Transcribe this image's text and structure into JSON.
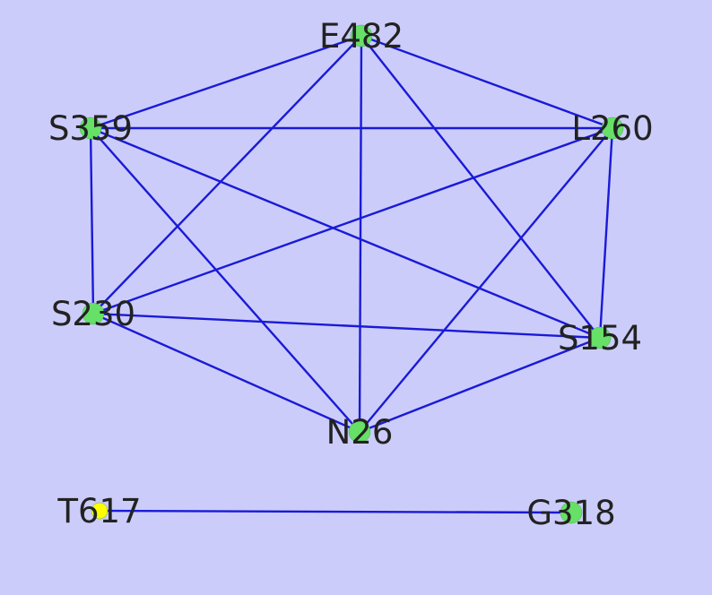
{
  "graph": {
    "background_color": "#ccccfa",
    "edge_color": "#1a1ad8",
    "nodes": [
      {
        "id": "E482",
        "label": "E482",
        "color": "#66e066"
      },
      {
        "id": "S359",
        "label": "S359",
        "color": "#66e066"
      },
      {
        "id": "L260",
        "label": "L260",
        "color": "#66e066"
      },
      {
        "id": "S230",
        "label": "S230",
        "color": "#66e066"
      },
      {
        "id": "S154",
        "label": "S154",
        "color": "#66e066"
      },
      {
        "id": "N26",
        "label": "N26",
        "color": "#66e066"
      },
      {
        "id": "T617",
        "label": "T617",
        "color": "#ffff00"
      },
      {
        "id": "G318",
        "label": "G318",
        "color": "#66e066"
      }
    ],
    "edges": [
      [
        "E482",
        "S359"
      ],
      [
        "E482",
        "L260"
      ],
      [
        "E482",
        "S230"
      ],
      [
        "E482",
        "S154"
      ],
      [
        "E482",
        "N26"
      ],
      [
        "S359",
        "L260"
      ],
      [
        "S359",
        "S230"
      ],
      [
        "S359",
        "S154"
      ],
      [
        "S359",
        "N26"
      ],
      [
        "L260",
        "S230"
      ],
      [
        "L260",
        "S154"
      ],
      [
        "L260",
        "N26"
      ],
      [
        "S230",
        "S154"
      ],
      [
        "S230",
        "N26"
      ],
      [
        "S154",
        "N26"
      ],
      [
        "T617",
        "G318"
      ]
    ]
  }
}
